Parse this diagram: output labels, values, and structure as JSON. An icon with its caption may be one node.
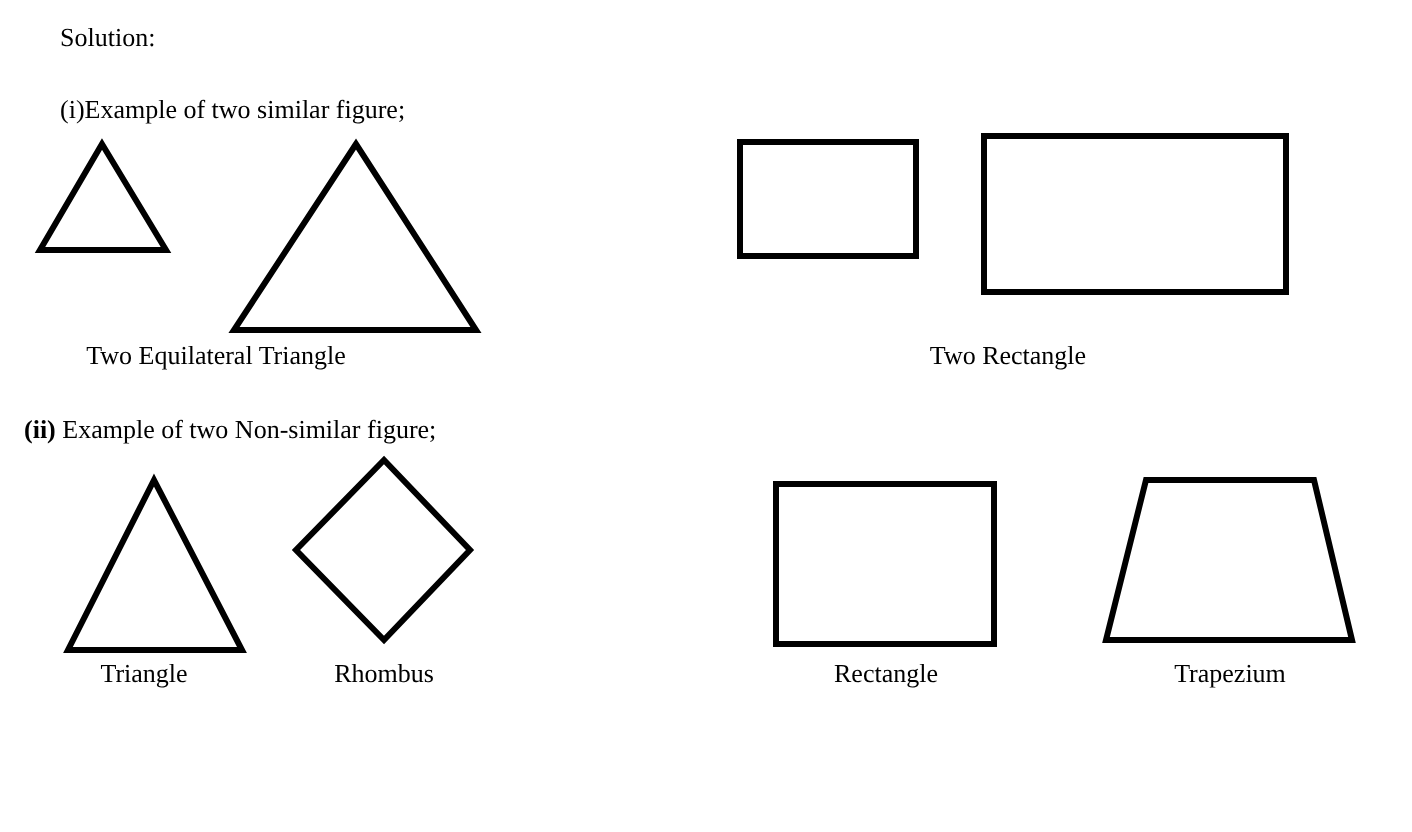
{
  "diagram": {
    "labels": [
      "Solution:",
      "(i)Example of two similar figure;",
      "Two Equilateral Triangle",
      "Two Rectangle",
      "**(ii)** Example of two Non-similar figure;",
      "Triangle",
      "Rhombus",
      "Rectangle",
      "Trapezium"
    ]
  }
}
